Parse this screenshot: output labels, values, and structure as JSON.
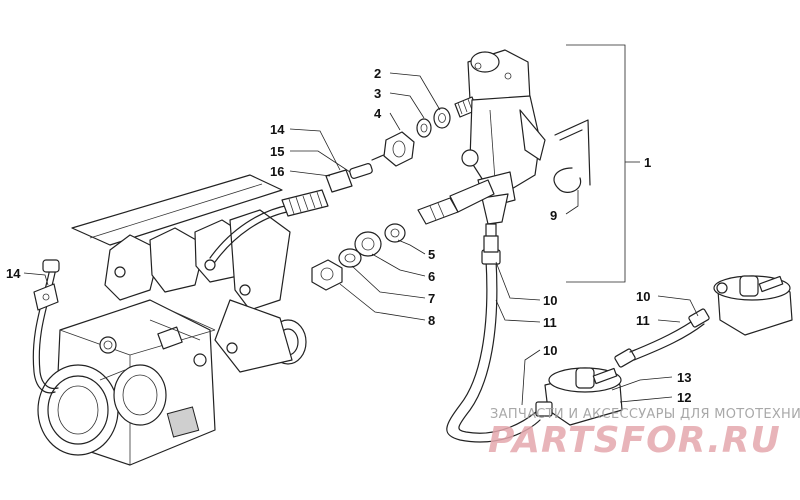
{
  "diagram": {
    "callouts": [
      {
        "id": "c2",
        "label": "2"
      },
      {
        "id": "c3",
        "label": "3"
      },
      {
        "id": "c4",
        "label": "4"
      },
      {
        "id": "c14a",
        "label": "14"
      },
      {
        "id": "c15",
        "label": "15"
      },
      {
        "id": "c16",
        "label": "16"
      },
      {
        "id": "c1",
        "label": "1"
      },
      {
        "id": "c9",
        "label": "9"
      },
      {
        "id": "c5",
        "label": "5"
      },
      {
        "id": "c6",
        "label": "6"
      },
      {
        "id": "c7",
        "label": "7"
      },
      {
        "id": "c8",
        "label": "8"
      },
      {
        "id": "c14b",
        "label": "14"
      },
      {
        "id": "c10a",
        "label": "10"
      },
      {
        "id": "c11a",
        "label": "11"
      },
      {
        "id": "c10b",
        "label": "10"
      },
      {
        "id": "c11b",
        "label": "11"
      },
      {
        "id": "c10c",
        "label": "10"
      },
      {
        "id": "c13",
        "label": "13"
      },
      {
        "id": "c12",
        "label": "12"
      }
    ]
  },
  "watermark": {
    "tagline": "ЗАПЧАСТИ И АКСЕССУАРЫ ДЛЯ МОТОТЕХНИКИ",
    "logo": "PARTSFOR.RU"
  }
}
